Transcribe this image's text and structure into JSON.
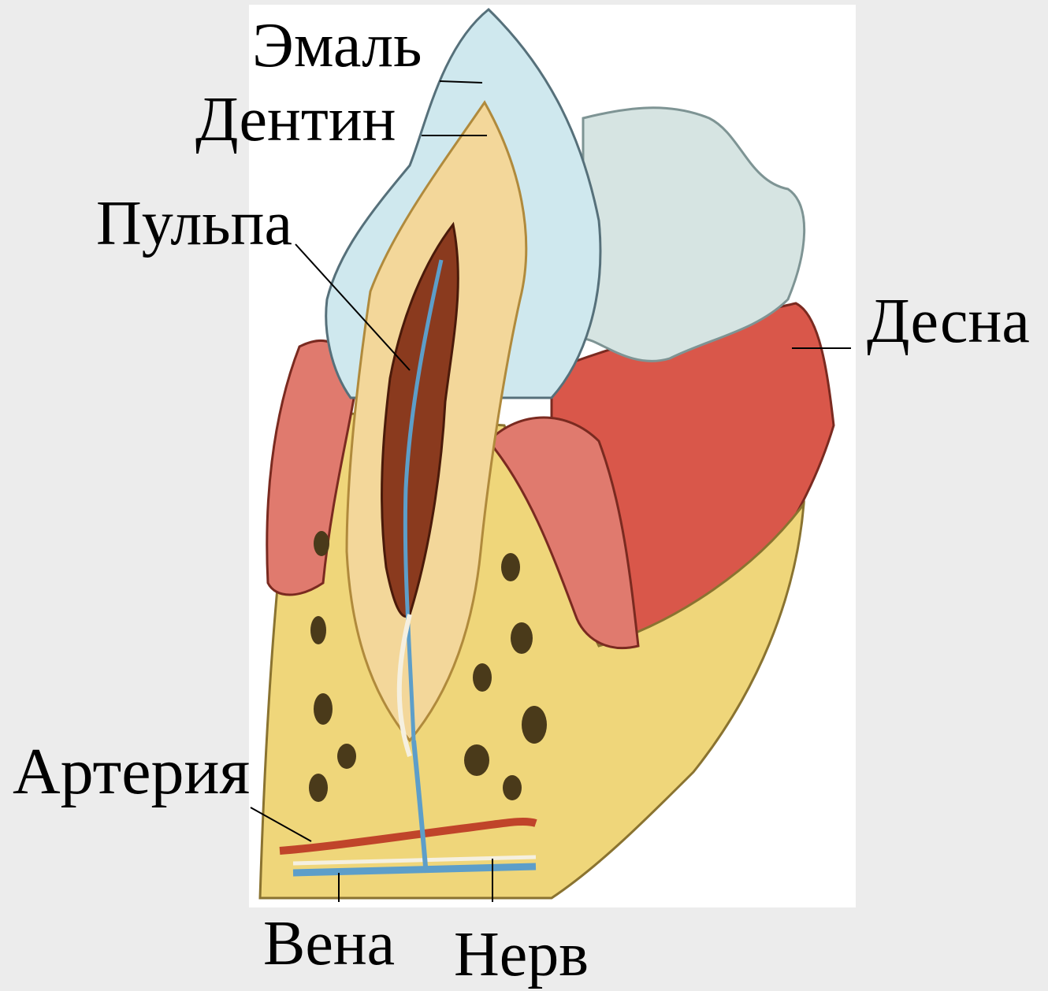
{
  "diagram": {
    "labels": {
      "enamel": "Эмаль",
      "dentin": "Дентин",
      "pulp": "Пульпа",
      "gum": "Десна",
      "artery": "Артерия",
      "vein": "Вена",
      "nerve": "Нерв"
    },
    "colors": {
      "background": "#ececec",
      "panel": "#ffffff",
      "enamel": "#cfe8ee",
      "dentin": "#f3d79a",
      "pulp": "#8a3a1e",
      "gum": "#d9574a",
      "bone": "#efd67a",
      "artery": "#c0442a",
      "vein": "#5d9ec9"
    }
  }
}
